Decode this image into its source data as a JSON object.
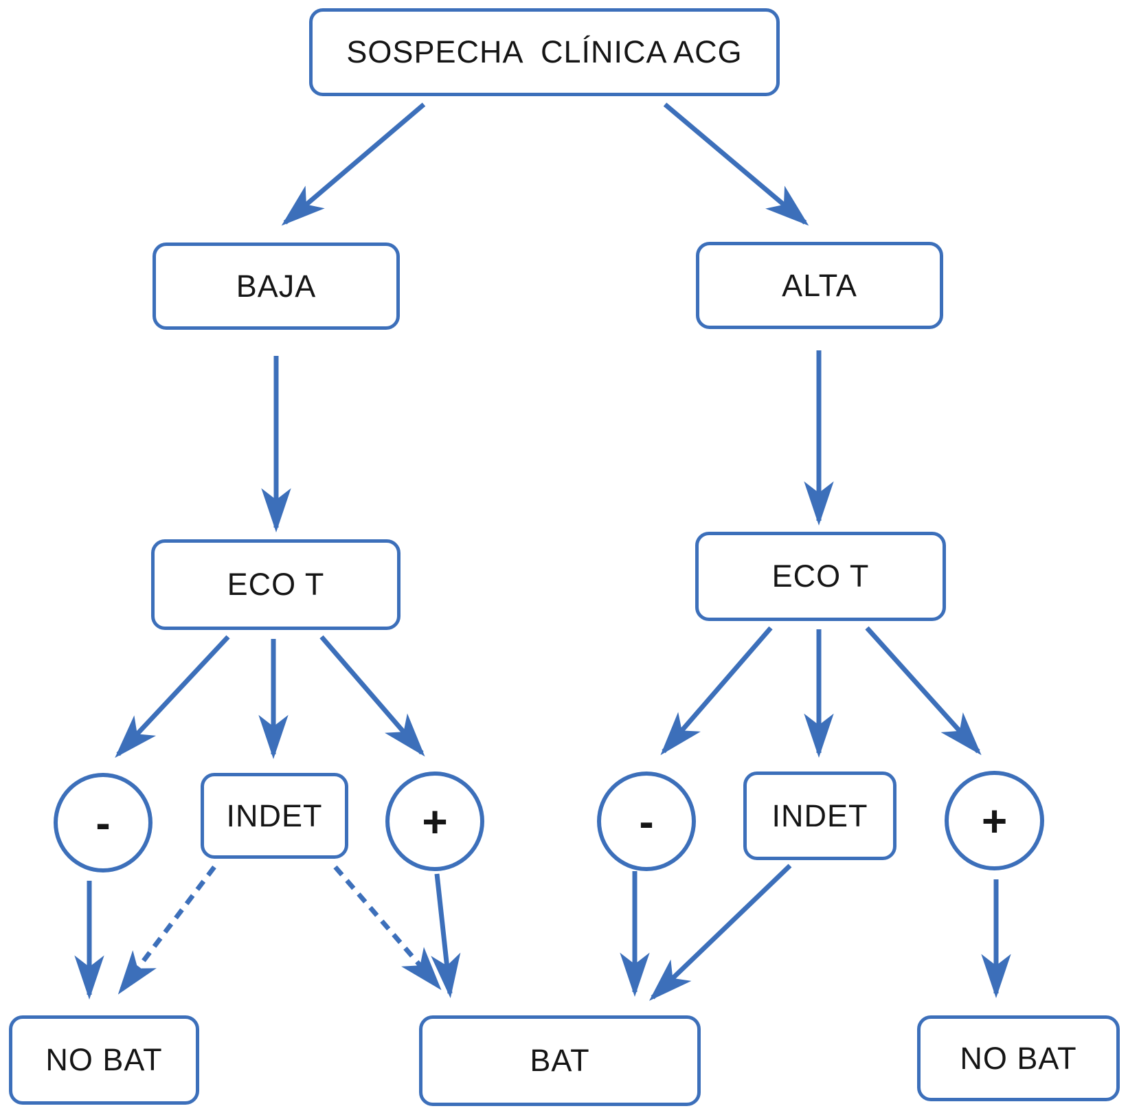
{
  "colors": {
    "outline": "#3c6fba",
    "node_fill": "#ffffff",
    "text": "#151515",
    "background": "#ffffff"
  },
  "nodes": {
    "sospecha": {
      "label": "SOSPECHA  CLÍNICA ACG",
      "shape": "rounded-box"
    },
    "baja": {
      "label": "BAJA",
      "shape": "rounded-box"
    },
    "alta": {
      "label": "ALTA",
      "shape": "rounded-box"
    },
    "eco_t_left": {
      "label": "ECO T",
      "shape": "rounded-box"
    },
    "eco_t_right": {
      "label": "ECO T",
      "shape": "rounded-box"
    },
    "minus_left": {
      "label": "-",
      "shape": "circle"
    },
    "indet_left": {
      "label": "INDET",
      "shape": "rounded-box"
    },
    "plus_left": {
      "label": "+",
      "shape": "circle"
    },
    "minus_right": {
      "label": "-",
      "shape": "circle"
    },
    "indet_right": {
      "label": "INDET",
      "shape": "rounded-box"
    },
    "plus_right": {
      "label": "+",
      "shape": "circle"
    },
    "no_bat_left": {
      "label": "NO BAT",
      "shape": "rounded-box"
    },
    "bat": {
      "label": "BAT",
      "shape": "rounded-box"
    },
    "no_bat_right": {
      "label": "NO BAT",
      "shape": "rounded-box"
    }
  },
  "edges": [
    {
      "from": "sospecha",
      "to": "baja",
      "style": "solid"
    },
    {
      "from": "sospecha",
      "to": "alta",
      "style": "solid"
    },
    {
      "from": "baja",
      "to": "eco_t_left",
      "style": "solid"
    },
    {
      "from": "alta",
      "to": "eco_t_right",
      "style": "solid"
    },
    {
      "from": "eco_t_left",
      "to": "minus_left",
      "style": "solid"
    },
    {
      "from": "eco_t_left",
      "to": "indet_left",
      "style": "solid"
    },
    {
      "from": "eco_t_left",
      "to": "plus_left",
      "style": "solid"
    },
    {
      "from": "eco_t_right",
      "to": "minus_right",
      "style": "solid"
    },
    {
      "from": "eco_t_right",
      "to": "indet_right",
      "style": "solid"
    },
    {
      "from": "eco_t_right",
      "to": "plus_right",
      "style": "solid"
    },
    {
      "from": "minus_left",
      "to": "no_bat_left",
      "style": "solid"
    },
    {
      "from": "indet_left",
      "to": "no_bat_left",
      "style": "dashed"
    },
    {
      "from": "indet_left",
      "to": "bat",
      "style": "dashed"
    },
    {
      "from": "plus_left",
      "to": "bat",
      "style": "solid"
    },
    {
      "from": "minus_right",
      "to": "bat",
      "style": "solid"
    },
    {
      "from": "indet_right",
      "to": "bat",
      "style": "solid"
    },
    {
      "from": "plus_right",
      "to": "no_bat_right",
      "style": "solid"
    }
  ]
}
